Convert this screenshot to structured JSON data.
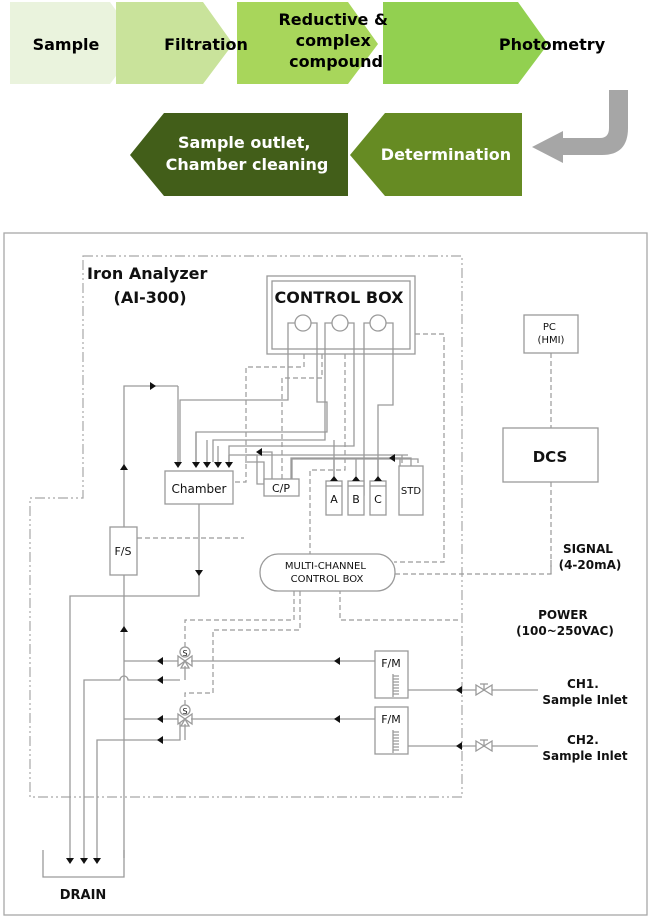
{
  "process_flow": {
    "steps": [
      {
        "label_lines": [
          "Sample"
        ],
        "color": "#eaf3dd"
      },
      {
        "label_lines": [
          "Filtration"
        ],
        "color": "#c9e39b"
      },
      {
        "label_lines": [
          "Reductive &",
          "complex",
          "compound"
        ],
        "color": "#a8d65b"
      },
      {
        "label_lines": [
          "Photometry"
        ],
        "color": "#92d050"
      },
      {
        "label_lines": [
          "Determination"
        ],
        "color": "#668b23"
      },
      {
        "label_lines": [
          "Sample outlet,",
          "Chamber cleaning"
        ],
        "color": "#425e19"
      }
    ],
    "turn_arrow_color": "#a6a6a6"
  },
  "diagram": {
    "analyzer_title": [
      "Iron Analyzer",
      "(AI-300)"
    ],
    "control_box": "CONTROL BOX",
    "chamber": "Chamber",
    "cp": "C/P",
    "reagents": [
      "A",
      "B",
      "C"
    ],
    "std": "STD",
    "fs": "F/S",
    "multi_channel": [
      "MULTI-CHANNEL",
      "CONTROL BOX"
    ],
    "pc": [
      "PC",
      "(HMI)"
    ],
    "dcs": "DCS",
    "signal": [
      "SIGNAL",
      "(4-20mA)"
    ],
    "power": [
      "POWER",
      "(100~250VAC)"
    ],
    "fm": "F/M",
    "solenoid": "S",
    "ch1": [
      "CH1.",
      "Sample Inlet"
    ],
    "ch2": [
      "CH2.",
      "Sample Inlet"
    ],
    "drain": "DRAIN"
  }
}
